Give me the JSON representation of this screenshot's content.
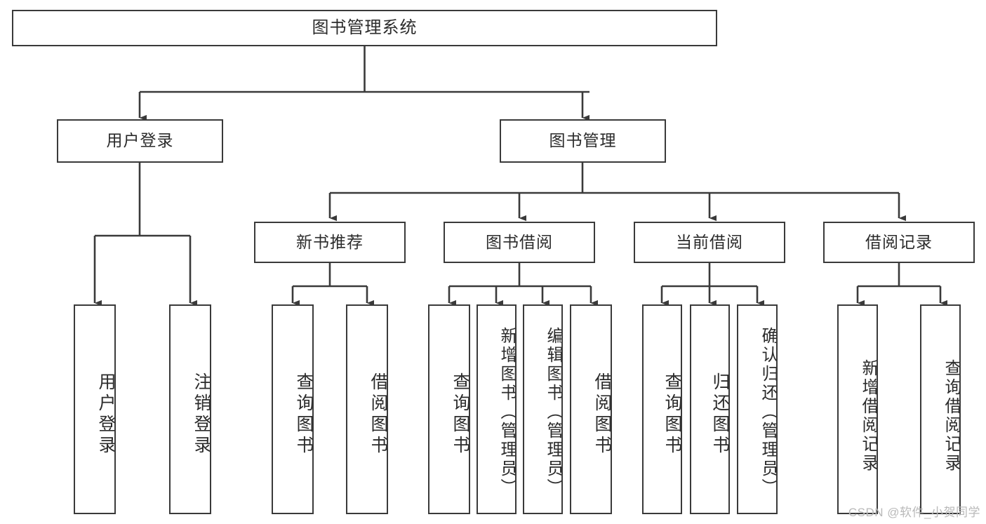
{
  "diagram": {
    "type": "tree-hierarchy",
    "title_node": {
      "label": "图书管理系统"
    },
    "level2": [
      {
        "id": "user-login",
        "label": "用户登录"
      },
      {
        "id": "book-management",
        "label": "图书管理"
      }
    ],
    "level3": [
      {
        "id": "new-book-recommend",
        "label": "新书推荐",
        "parent": "book-management"
      },
      {
        "id": "book-borrow",
        "label": "图书借阅",
        "parent": "book-management"
      },
      {
        "id": "current-borrow",
        "label": "当前借阅",
        "parent": "book-management"
      },
      {
        "id": "borrow-record",
        "label": "借阅记录",
        "parent": "book-management"
      }
    ],
    "leaves": {
      "user-login": [
        {
          "id": "leaf-user-login",
          "label": "用户登录"
        },
        {
          "id": "leaf-user-logout",
          "label": "注销登录"
        }
      ],
      "new-book-recommend": [
        {
          "id": "leaf-query-book-1",
          "label": "查询图书"
        },
        {
          "id": "leaf-borrow-book-1",
          "label": "借阅图书"
        }
      ],
      "book-borrow": [
        {
          "id": "leaf-query-book-2",
          "label": "查询图书"
        },
        {
          "id": "leaf-add-book",
          "label": "新增图书（管理员）"
        },
        {
          "id": "leaf-edit-book",
          "label": "编辑图书（管理员）"
        },
        {
          "id": "leaf-borrow-book-2",
          "label": "借阅图书"
        }
      ],
      "current-borrow": [
        {
          "id": "leaf-query-book-3",
          "label": "查询图书"
        },
        {
          "id": "leaf-return-book",
          "label": "归还图书"
        },
        {
          "id": "leaf-confirm-return",
          "label": "确认归还（管理员）"
        }
      ],
      "borrow-record": [
        {
          "id": "leaf-add-record",
          "label": "新增借阅记录"
        },
        {
          "id": "leaf-query-record",
          "label": "查询借阅记录"
        }
      ]
    },
    "watermark": "CSDN @软件_小贺同学",
    "colors": {
      "box_border": "#3a3a3a",
      "box_fill": "#ffffff",
      "text": "#2b2b2b",
      "line": "#3a3a3a",
      "watermark": "#b9b9b9",
      "background": "#ffffff"
    }
  }
}
